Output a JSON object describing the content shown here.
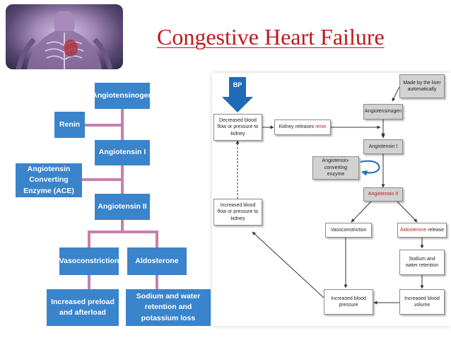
{
  "slide": {
    "title": "Congestive Heart Failure"
  },
  "left_diagram": {
    "boxes": {
      "angiotensinogen": "Angiotensinogen",
      "renin": "Renin",
      "angiotensin_1": "Angiotensin I",
      "ace": "Angiotensin Converting Enzyme (ACE)",
      "angiotensin_2": "Angiotensin II",
      "vasoconstriction": "Vasoconstriction",
      "aldosterone": "Aldosterone",
      "preload": "Increased preload and afterload",
      "sodium": "Sodium and water retention and potassium loss"
    }
  },
  "right_diagram": {
    "bp_label": "BP",
    "decreased": "Decreased blood flow or pressure to kidney",
    "kidney_prefix": "Kidney releases",
    "kidney_renin": "renin",
    "liver": "Made by the liver automatically",
    "angiotensinogen": "Angiotensinogen",
    "angiotensin_1": "Angiotensin I",
    "ace": "Angiotensin-converting enzyme",
    "angiotensin_2": "Angiotensin II",
    "increased_flow": "Increased blood flow or pressure to kidney",
    "vasoconstriction": "Vasoconstriction",
    "aldosterone": "Aldosterone",
    "aldosterone_suffix": "release",
    "sodium": "Sodium and water retention",
    "increased_pressure": "Increased blood pressure",
    "increased_volume": "Increased blood volume"
  },
  "colors": {
    "title": "#c0181c",
    "left_box": "#3a84cb",
    "left_connector": "#c77fae",
    "bp_arrow": "#1f6bb8",
    "highlight": "#c0181c"
  }
}
